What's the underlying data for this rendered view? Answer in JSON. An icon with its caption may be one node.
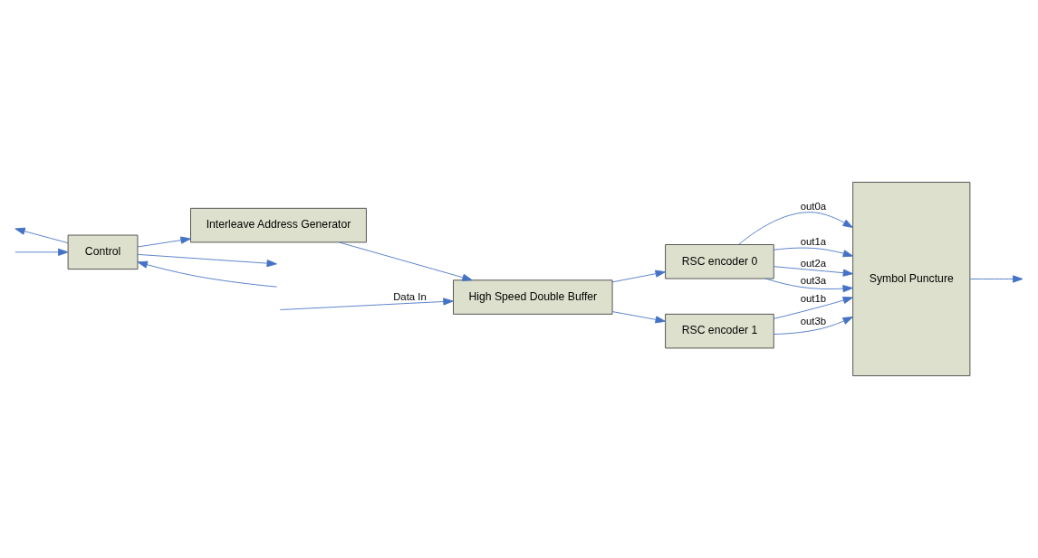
{
  "diagram": {
    "nodes": [
      {
        "text": [
          "High Speed Double Buffer"
        ]
      },
      {
        "text": [
          "RSC encoder 0"
        ]
      },
      {
        "text": [
          "RSC encoder 1"
        ]
      },
      {
        "text": [
          "Interleave Address Generator"
        ]
      },
      {
        "text": [
          "Control"
        ]
      },
      {
        "text": [
          "Symbol Puncture"
        ]
      }
    ],
    "edges": [
      {
        "from": null,
        "to": 0,
        "arrow": "to",
        "label": "Data In"
      },
      {
        "from": 0,
        "to": 1,
        "arrow": "to"
      },
      {
        "from": 0,
        "to": 2,
        "arrow": "to"
      },
      {
        "from": 3,
        "to": 0,
        "arrow": "to"
      },
      {
        "from": 4,
        "to": 3,
        "arrow": "to"
      },
      {
        "from": 1,
        "to": 5,
        "arrow": "to",
        "label": "out0a"
      },
      {
        "from": 1,
        "to": 5,
        "arrow": "to",
        "label": "out1a"
      },
      {
        "from": 1,
        "to": 5,
        "arrow": "to",
        "label": "out2a"
      },
      {
        "from": 1,
        "to": 5,
        "arrow": "to",
        "label": "out3a"
      },
      {
        "from": 2,
        "to": 5,
        "arrow": "to",
        "label": "out1b"
      },
      {
        "from": 2,
        "to": 5,
        "arrow": "to",
        "label": "out3b"
      },
      {
        "from": 5,
        "to": null,
        "arrow": "to"
      },
      {
        "from": null,
        "to": 4,
        "arrow": "to"
      },
      {
        "from": 4,
        "to": null,
        "arrow": "to"
      },
      {
        "from": 4,
        "to": null,
        "arrow": "to"
      },
      {
        "from": null,
        "to": 4,
        "arrow": "to"
      }
    ]
  }
}
